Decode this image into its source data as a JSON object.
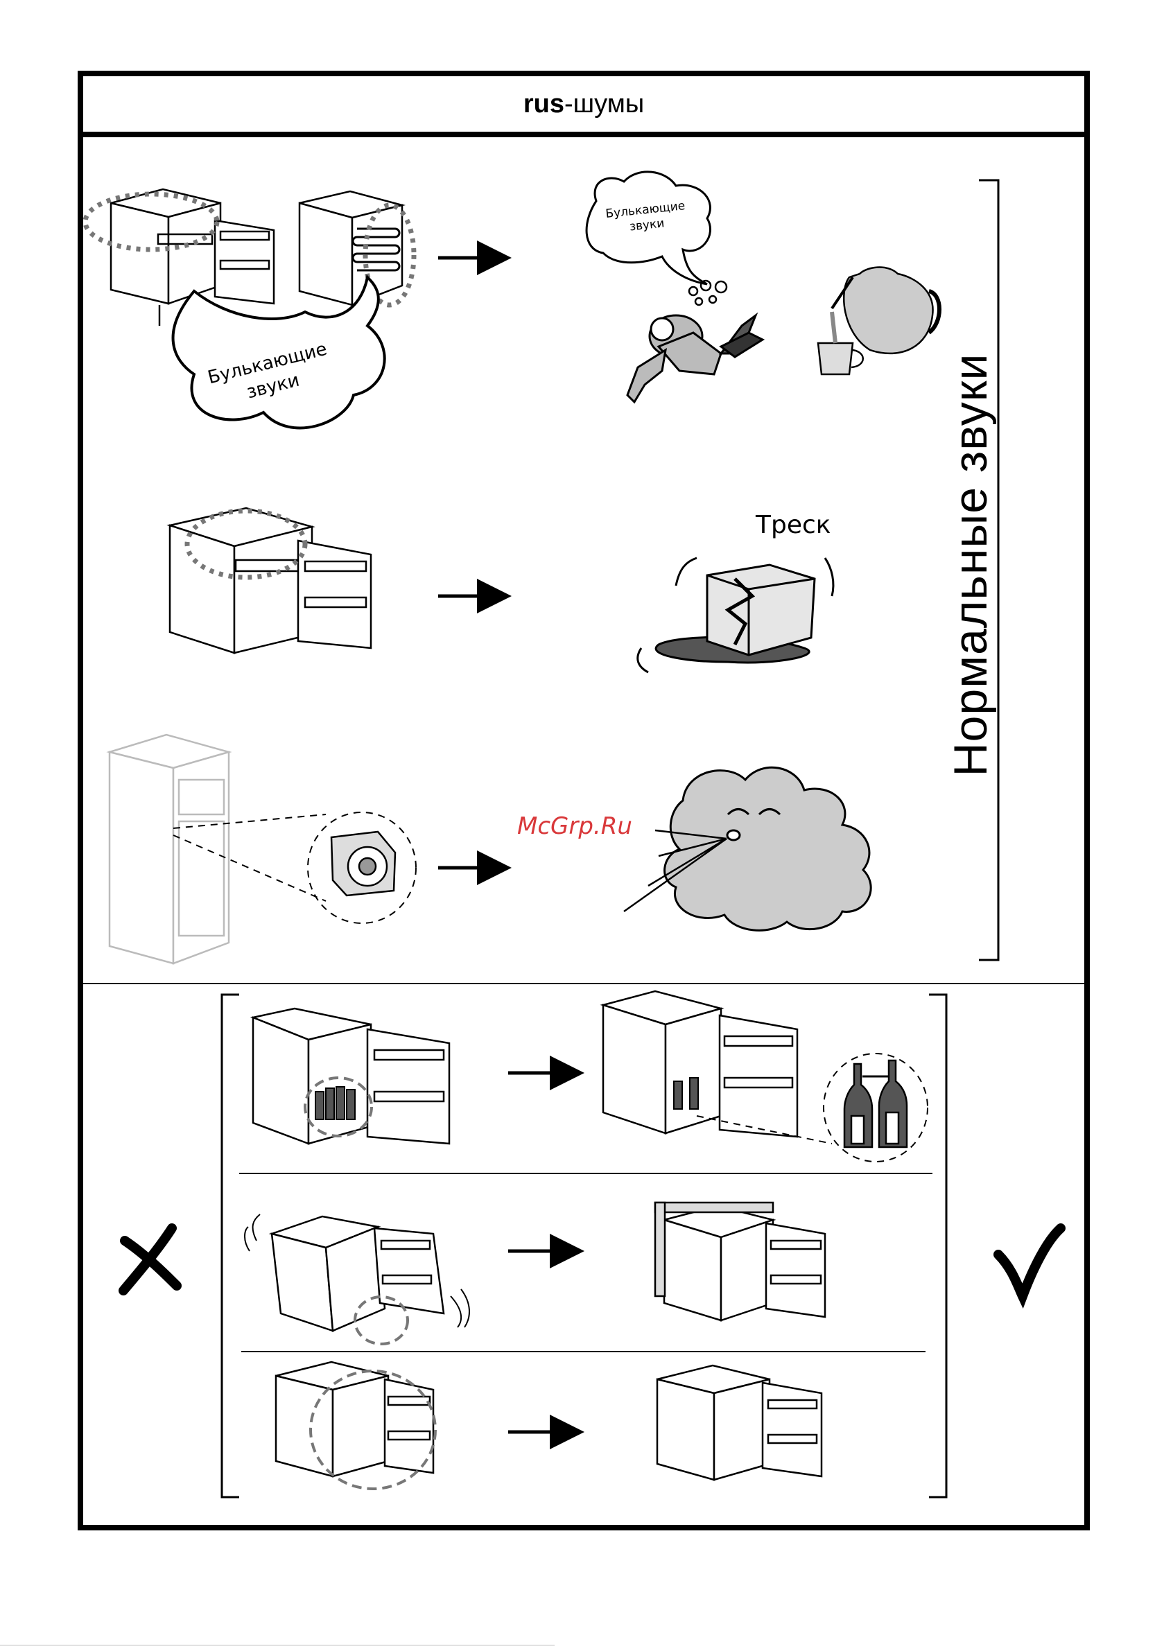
{
  "header": {
    "code": "rus",
    "title": "-шумы"
  },
  "side_label": "Нормальные звуки",
  "bubbles": {
    "large": [
      "Булькающие",
      "звуки"
    ],
    "small": [
      "Булькающие",
      "звуки"
    ]
  },
  "crack_label": "Треск",
  "watermark": "McGrp.Ru",
  "icons": {
    "wrong": "cross-icon",
    "right": "check-icon"
  }
}
